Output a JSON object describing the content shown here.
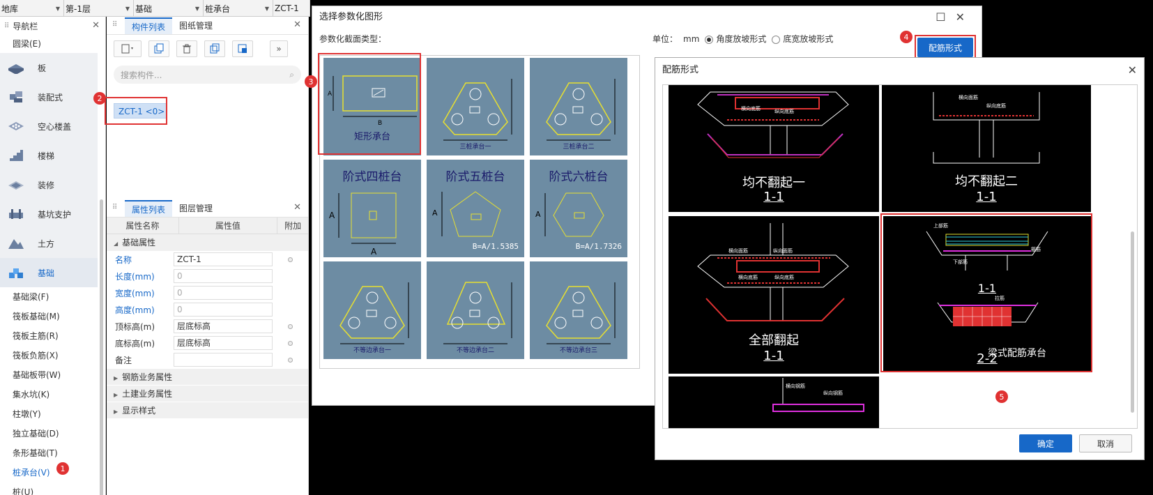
{
  "toolbar": {
    "combos": [
      {
        "label": "地库",
        "width": 92
      },
      {
        "label": "第-1层",
        "width": 100
      },
      {
        "label": "基础",
        "width": 100
      },
      {
        "label": "桩承台",
        "width": 100
      },
      {
        "label": "ZCT-1",
        "width": 53
      }
    ]
  },
  "nav": {
    "title": "导航栏",
    "top_item": "圆梁(E)",
    "categories": [
      {
        "label": "板",
        "icon": "slab-icon"
      },
      {
        "label": "装配式",
        "icon": "prefab-icon"
      },
      {
        "label": "空心楼盖",
        "icon": "hollow-floor-icon"
      },
      {
        "label": "楼梯",
        "icon": "stair-icon"
      },
      {
        "label": "装修",
        "icon": "decoration-icon"
      },
      {
        "label": "基坑支护",
        "icon": "pit-support-icon"
      },
      {
        "label": "土方",
        "icon": "earthwork-icon"
      },
      {
        "label": "基础",
        "icon": "foundation-icon"
      }
    ],
    "sub_items": [
      "基础梁(F)",
      "筏板基础(M)",
      "筏板主筋(R)",
      "筏板负筋(X)",
      "基础板带(W)",
      "集水坑(K)",
      "柱墩(Y)",
      "独立基础(D)",
      "条形基础(T)",
      "桩承台(V)",
      "桩(U)"
    ]
  },
  "component_panel": {
    "tabs": [
      "构件列表",
      "图纸管理"
    ],
    "search_placeholder": "搜索构件...",
    "item": "ZCT-1 <0>"
  },
  "property_panel": {
    "tabs": [
      "属性列表",
      "图层管理"
    ],
    "headers": [
      "属性名称",
      "属性值",
      "附加"
    ],
    "section_main": "基础属性",
    "rows": [
      {
        "name": "名称",
        "value": "ZCT-1",
        "blue": true,
        "gray": false,
        "dot": true
      },
      {
        "name": "长度(mm)",
        "value": "0",
        "blue": true,
        "gray": true,
        "dot": false
      },
      {
        "name": "宽度(mm)",
        "value": "0",
        "blue": true,
        "gray": true,
        "dot": false
      },
      {
        "name": "高度(mm)",
        "value": "0",
        "blue": true,
        "gray": true,
        "dot": false
      },
      {
        "name": "顶标高(m)",
        "value": "层底标高",
        "blue": false,
        "gray": false,
        "dot": true
      },
      {
        "name": "底标高(m)",
        "value": "层底标高",
        "blue": false,
        "gray": false,
        "dot": true
      },
      {
        "name": "备注",
        "value": "",
        "blue": false,
        "gray": false,
        "dot": true
      }
    ],
    "sections": [
      "钢筋业务属性",
      "土建业务属性",
      "显示样式"
    ]
  },
  "dialog1": {
    "title": "选择参数化图形",
    "section_label": "参数化截面类型：",
    "unit_label": "单位：",
    "unit": "mm",
    "radio_options": [
      "角度放坡形式",
      "底宽放坡形式"
    ],
    "button": "配筋形式",
    "shapes": [
      {
        "label": "矩形承台",
        "type": "rect"
      },
      {
        "label": "三桩承台一",
        "type": "tri"
      },
      {
        "label": "三桩承台二",
        "type": "tri"
      },
      {
        "label": "阶式四桩台",
        "type": "step4"
      },
      {
        "label": "阶式五桩台",
        "type": "step5"
      },
      {
        "label": "阶式六桩台",
        "type": "step6"
      },
      {
        "label": "不等边承台一",
        "type": "tri"
      },
      {
        "label": "不等边承台二",
        "type": "tri2"
      },
      {
        "label": "不等边承台三",
        "type": "tri"
      }
    ],
    "shape_notes": {
      "dim_a": "A",
      "dim_b": "B",
      "step5_formula": "B=A/1.5385",
      "step6_formula": "B=A/1.7326"
    }
  },
  "dialog2": {
    "title": "配筋形式",
    "options": [
      {
        "caption": "均不翻起一",
        "section": "1-1"
      },
      {
        "caption": "均不翻起二",
        "section": "1-1"
      },
      {
        "caption": "全部翻起",
        "section": "1-1"
      },
      {
        "caption": "梁式配筋承台",
        "section": "2-2",
        "top_section": "1-1"
      }
    ],
    "rebar_labels": [
      "横向面筋",
      "纵向面筋",
      "横向底筋",
      "纵向底筋",
      "横向钢筋",
      "纵向钢筋",
      "上部筋",
      "下部筋",
      "拉筋",
      "箍筋"
    ],
    "ok": "确定",
    "cancel": "取消"
  },
  "badges": [
    "1",
    "2",
    "3",
    "4",
    "5"
  ],
  "colors": {
    "accent": "#1768c8",
    "highlight": "#e03232",
    "shape_bg": "#6d8ca3",
    "drawing_bg": "#000000"
  }
}
